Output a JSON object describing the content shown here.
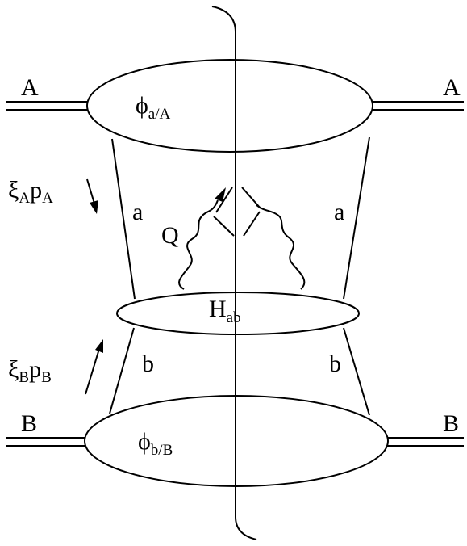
{
  "labels": {
    "hadron_a": "A",
    "hadron_b": "B",
    "parton_a": "a",
    "parton_b": "b",
    "boson": "Q",
    "phi_main": "ϕ",
    "phi_a_sub": "a/A",
    "phi_b_sub": "b/B",
    "h_main": "H",
    "h_sub": "ab",
    "xi_main": "ξ",
    "p_main": "p",
    "sub_A": "A",
    "sub_B": "B"
  }
}
